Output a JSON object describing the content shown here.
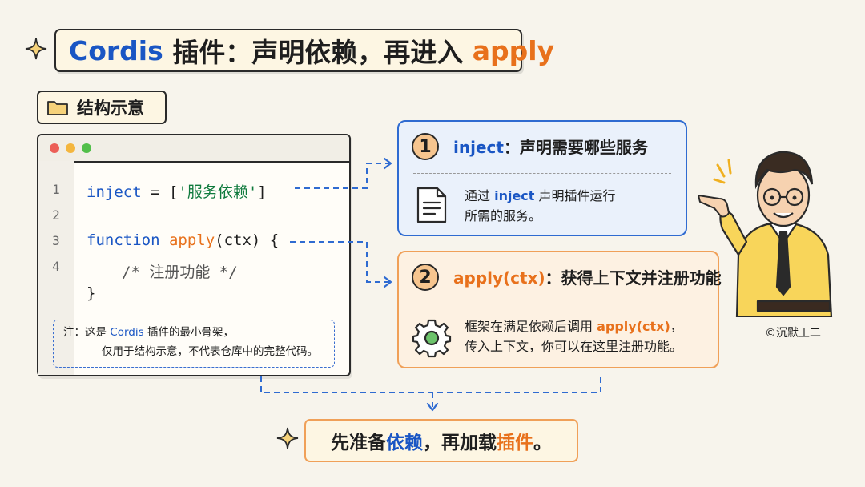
{
  "title": {
    "brand": "Cordis",
    "middle": " 插件：声明依赖，再进入 ",
    "apply": "apply"
  },
  "section_label": "结构示意",
  "code_window": {
    "line_numbers": [
      "1",
      "2",
      "3",
      "4"
    ],
    "line1": {
      "kw": "inject",
      "op": " = [",
      "str": "'服务依赖'",
      "close": "]"
    },
    "line3": {
      "kw": "function",
      "fn": " apply",
      "rest": "(ctx) {"
    },
    "line4": "/* 注册功能 */",
    "line5": "}",
    "note": {
      "line1_prefix": "注：这是 ",
      "line1_brand": "Cordis",
      "line1_suffix": " 插件的最小骨架，",
      "line2": "仅用于结构示意，不代表仓库中的完整代码。"
    }
  },
  "card1": {
    "number": "1",
    "title_key": "inject",
    "title_rest": "：声明需要哪些服务",
    "body_prefix": "通过 ",
    "body_kw": "inject",
    "body_suffix": " 声明插件运行",
    "body_line2": "所需的服务。"
  },
  "card2": {
    "number": "2",
    "title_key": "apply(ctx)",
    "title_rest": "：获得上下文并注册功能",
    "body_prefix": "框架在满足依赖后调用 ",
    "body_kw": "apply(ctx)",
    "body_suffix": "，",
    "body_line2": "传入上下文，你可以在这里注册功能。"
  },
  "summary": {
    "p1": "先准备",
    "p2": "依赖",
    "p3": "，再加载",
    "p4": "插件",
    "p5": "。"
  },
  "credit": "©沉默王二",
  "colors": {
    "blue": "#1a56c4",
    "orange": "#e8711c",
    "green": "#0f7a3d",
    "background": "#f7f4ec"
  }
}
